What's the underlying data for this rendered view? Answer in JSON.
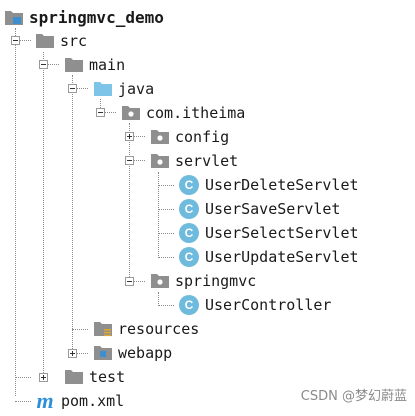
{
  "tree": {
    "root": "springmvc_demo",
    "src": "src",
    "main": "main",
    "java": "java",
    "package": "com.itheima",
    "config": "config",
    "servlet": "servlet",
    "servlets": [
      "UserDeleteServlet",
      "UserSaveServlet",
      "UserSelectServlet",
      "UserUpdateServlet"
    ],
    "springmvc": "springmvc",
    "controller": "UserController",
    "resources": "resources",
    "webapp": "webapp",
    "test": "test",
    "pom": "pom.xml"
  },
  "icons": {
    "class_letter": "C",
    "maven_letter": "m"
  },
  "colors": {
    "folder": "#8f8f8f",
    "source_folder": "#7ec3e8",
    "class_icon": "#6fbbdd",
    "maven_icon": "#2e8fd6"
  },
  "watermark": "CSDN @梦幻蔚蓝"
}
